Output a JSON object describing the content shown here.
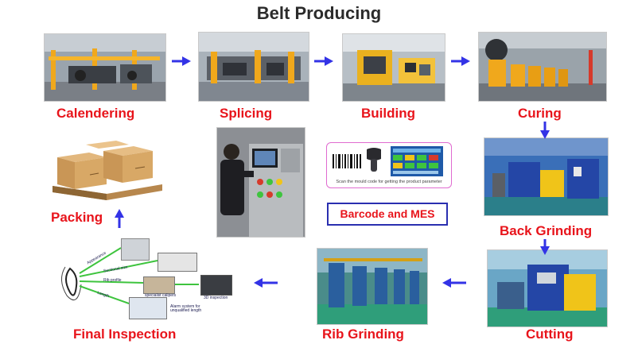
{
  "title": "Belt Producing",
  "steps": {
    "calendering": "Calendering",
    "splicing": "Splicing",
    "building": "Building",
    "curing": "Curing",
    "back_grinding": "Back Grinding",
    "cutting": "Cutting",
    "rib_grinding": "Rib Grinding",
    "final_inspection": "Final Inspection",
    "packing": "Packing"
  },
  "mes": {
    "label": "Barcode and MES",
    "caption": "Scan the mould code for getting the product parameter"
  },
  "inspection_notes": {
    "appearance": "Appearance",
    "sectional_size": "Sectional size",
    "rib_profile": "Rib profile",
    "length": "Length",
    "specialist_calipers": "specialist calipers",
    "3d_inspection": "3D inspection",
    "alarm_system": "Alarm system for unqualified length"
  },
  "colors": {
    "label_red": "#e8141b",
    "arrow_blue": "#3333e6",
    "mes_border": "#2a2fb0",
    "inspection_line": "#3ec43e"
  }
}
